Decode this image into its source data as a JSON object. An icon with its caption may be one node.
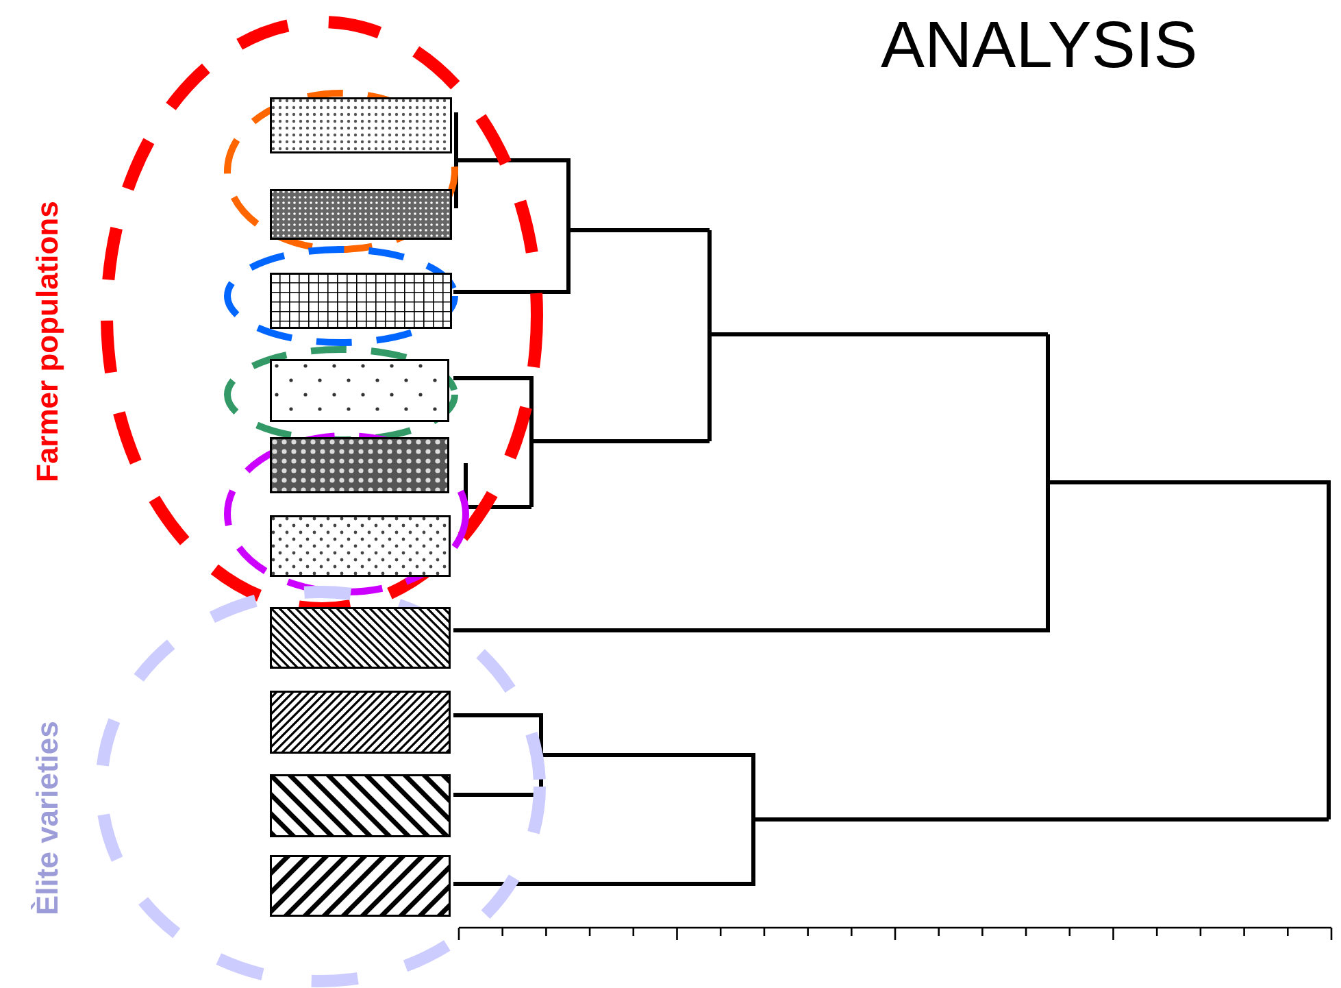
{
  "diagram": {
    "title": "ANALYSIS",
    "nodes": [
      {
        "text": [
          "Farmer populations"
        ]
      },
      {
        "text": [],
        "shape": "ellipse",
        "in": 0
      },
      {
        "text": [],
        "shape": "box",
        "in": 1
      },
      {
        "text": [],
        "shape": "box",
        "in": 1
      },
      {
        "text": [],
        "shape": "ellipse",
        "in": 0
      },
      {
        "text": [],
        "shape": "box",
        "in": 4
      },
      {
        "text": [],
        "shape": "ellipse",
        "in": 0
      },
      {
        "text": [],
        "shape": "box",
        "in": 6
      },
      {
        "text": [],
        "shape": "ellipse",
        "in": 0
      },
      {
        "text": [],
        "shape": "box",
        "in": 8
      },
      {
        "text": [],
        "shape": "box",
        "in": 8
      },
      {
        "text": [
          "Èlite varieties"
        ]
      },
      {
        "text": [],
        "shape": "box",
        "in": 11
      },
      {
        "text": [],
        "shape": "box",
        "in": 11
      },
      {
        "text": [],
        "shape": "box",
        "in": 11
      },
      {
        "text": [],
        "shape": "box",
        "in": 11
      }
    ]
  }
}
